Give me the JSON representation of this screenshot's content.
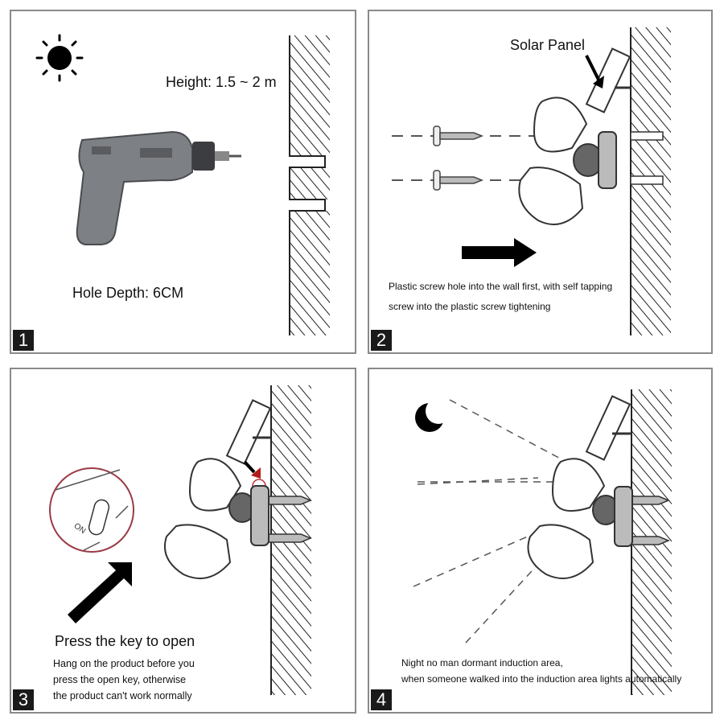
{
  "panels": [
    {
      "number": "1",
      "height_label": "Height: 1.5 ~ 2 m",
      "depth_label": "Hole Depth: 6CM",
      "icons": [
        "sun-icon",
        "electric-drill-icon"
      ]
    },
    {
      "number": "2",
      "solar_label": "Solar Panel",
      "caption_lines": [
        "Plastic screw hole into the wall first, with self tapping",
        "screw into the plastic screw tightening"
      ],
      "icons": [
        "screw-icon",
        "arrow-right-icon",
        "lamp-icon"
      ]
    },
    {
      "number": "3",
      "title": "Press the key to open",
      "switch_label": "ON",
      "caption_lines": [
        "Hang on the product before you",
        "press the open key, otherwise",
        "the product can't work normally"
      ],
      "icons": [
        "switch-icon",
        "arrow-up-right-icon",
        "lamp-icon"
      ]
    },
    {
      "number": "4",
      "caption_lines": [
        "Night no man dormant induction area,",
        "when someone walked into the induction area lights automatically"
      ],
      "icons": [
        "moon-icon",
        "lamp-icon"
      ]
    }
  ]
}
